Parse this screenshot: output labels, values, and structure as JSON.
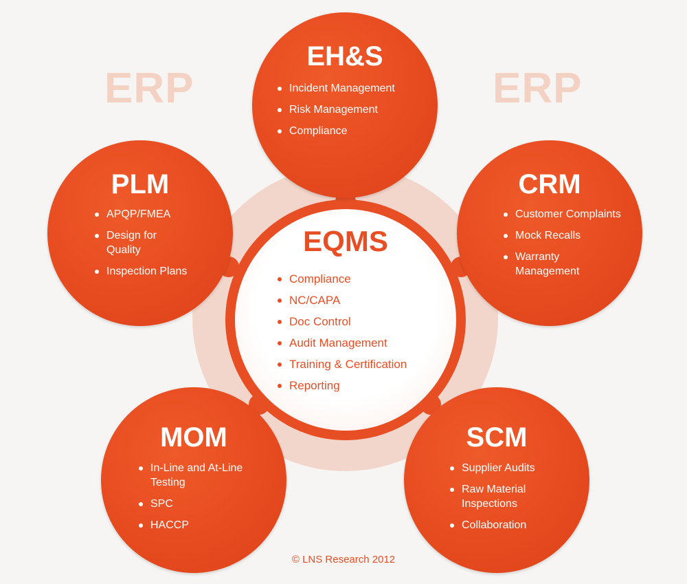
{
  "background_label": "ERP",
  "center": {
    "title": "EQMS",
    "items": [
      "Compliance",
      "NC/CAPA",
      "Doc Control",
      "Audit Management",
      "Training & Certification",
      "Reporting"
    ]
  },
  "nodes": {
    "ehs": {
      "title": "EH&S",
      "items": [
        "Incident Management",
        "Risk Management",
        "Compliance"
      ]
    },
    "plm": {
      "title": "PLM",
      "items": [
        "APQP/FMEA",
        "Design for Quality",
        "Inspection Plans"
      ]
    },
    "crm": {
      "title": "CRM",
      "items": [
        "Customer Complaints",
        "Mock Recalls",
        "Warranty Management"
      ]
    },
    "mom": {
      "title": "MOM",
      "items": [
        "In-Line and At-Line Testing",
        "SPC",
        "HACCP"
      ]
    },
    "scm": {
      "title": "SCM",
      "items": [
        "Supplier Audits",
        "Raw Material Inspections",
        "Collaboration"
      ]
    }
  },
  "copyright": "© LNS Research 2012",
  "colors": {
    "accent": "#e84e24",
    "background": "#f6f5f3",
    "faint_label": "#f3d2c4",
    "halo": "#f3d6cb"
  }
}
